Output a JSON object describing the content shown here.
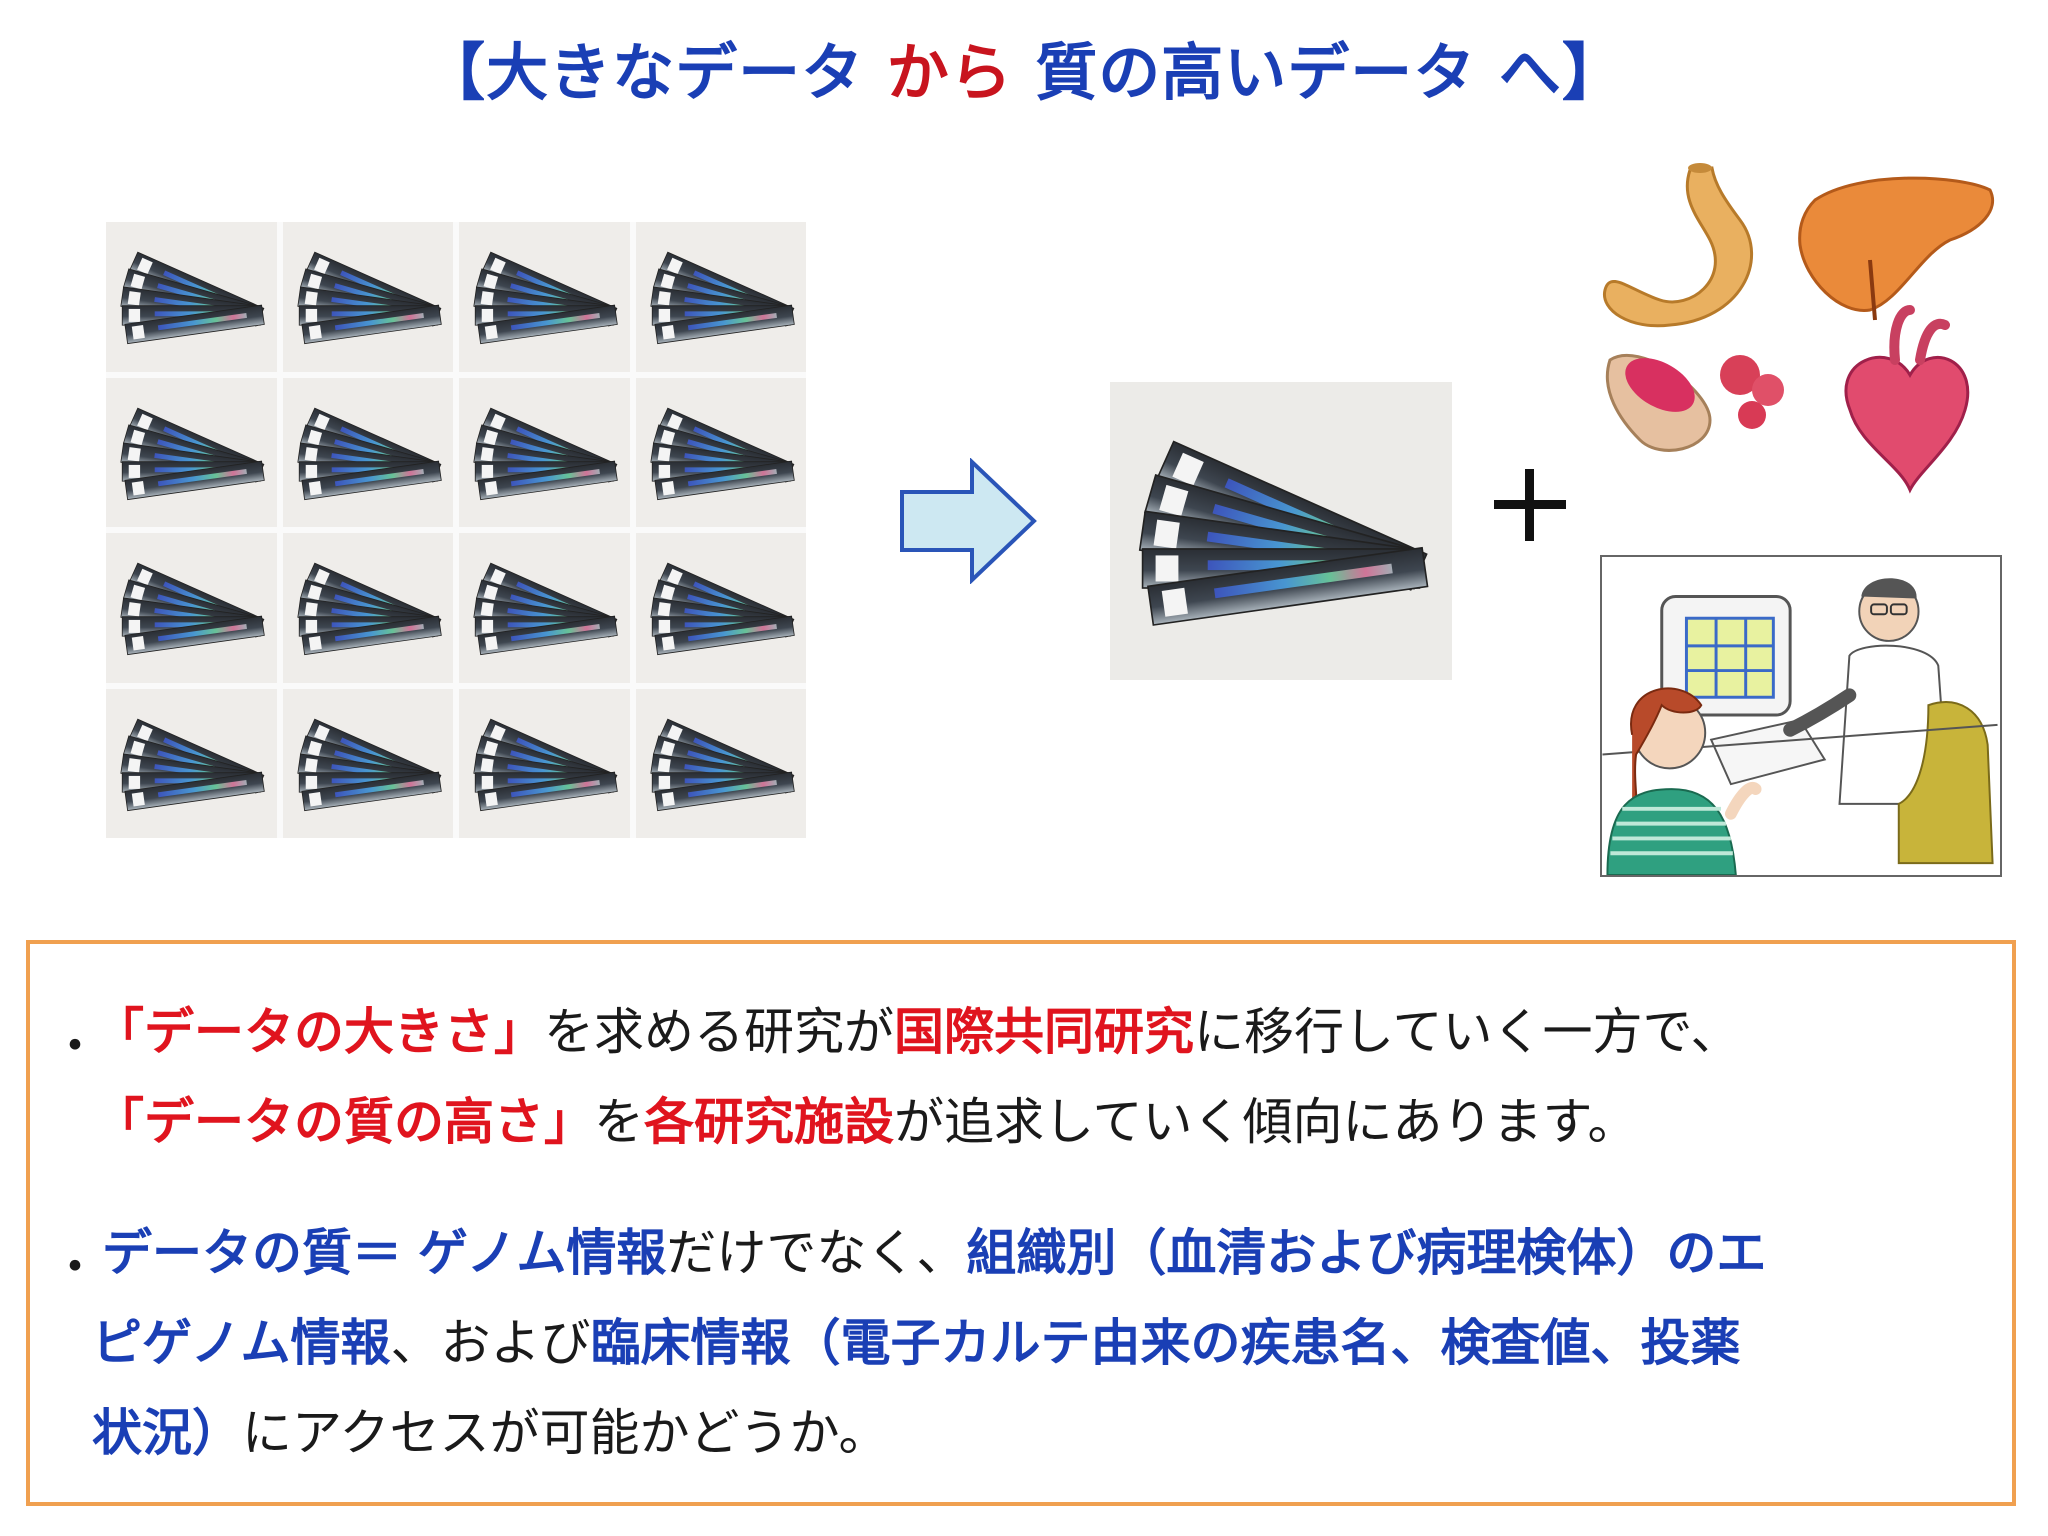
{
  "title": {
    "part1": "【大きなデータ",
    "part2": "から",
    "part3": "質の高いデータ",
    "part4": "へ】"
  },
  "plus": "+",
  "bullet": "・",
  "para1": {
    "l1a": "「データの大きさ」",
    "l1b": "を求める研究が",
    "l1c": "国際共同研究",
    "l1d": "に移行していく一方で、",
    "l2a": "「データの質の高さ」",
    "l2b": "を",
    "l2c": "各研究施設",
    "l2d": "が追求していく傾向にあります。"
  },
  "para2": {
    "l1a": "データの質＝",
    "l1b": "ゲノム情報",
    "l1c": "だけでなく、",
    "l1d": "組織別（血清および病理検体）のエ",
    "l2a": "ピゲノム情報",
    "l2b": "、および",
    "l2c": "臨床情報（電子カルテ由来の疾患名、検査値、投薬",
    "l3a": "状況）",
    "l3b": "にアクセスが可能かどうか。"
  },
  "colors": {
    "title_blue": "#1a3fb5",
    "title_red": "#c8141e",
    "highlight_red": "#e0141e",
    "box_border": "#f0a050",
    "arrow_fill": "#cde8f2",
    "arrow_stroke": "#2a55b8"
  }
}
